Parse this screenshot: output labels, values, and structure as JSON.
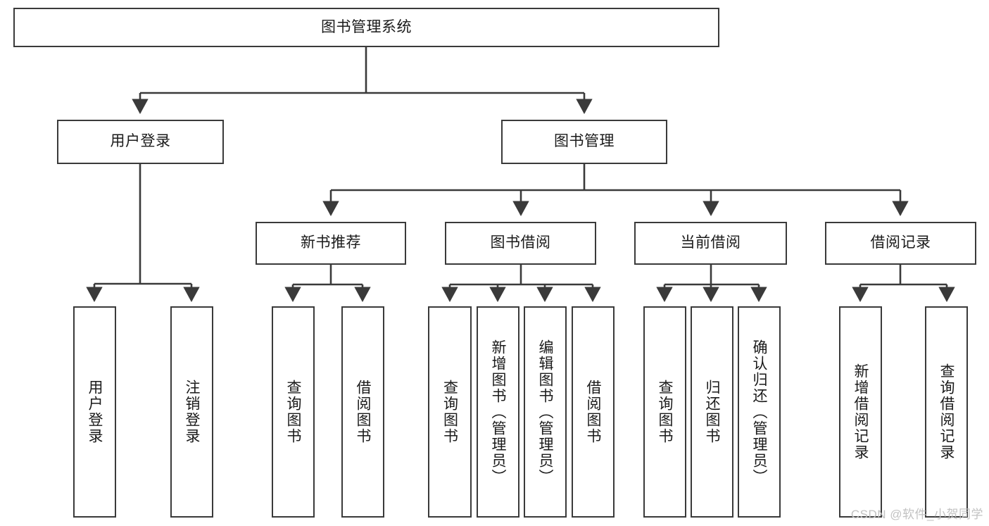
{
  "diagram": {
    "title_text": "图书管理系统",
    "colors": {
      "box_border": "#3a3a3a",
      "box_fill": "#ffffff",
      "edge": "#3a3a3a",
      "text": "#1a1a1a",
      "watermark": "#c2c2c2"
    },
    "root": {
      "label": "图书管理系统"
    },
    "level2": [
      {
        "label": "用户登录"
      },
      {
        "label": "图书管理"
      }
    ],
    "level3": [
      {
        "label": "新书推荐"
      },
      {
        "label": "图书借阅"
      },
      {
        "label": "当前借阅"
      },
      {
        "label": "借阅记录"
      }
    ],
    "leaves": {
      "user_login": [
        {
          "label": "用户登录"
        },
        {
          "label": "注销登录"
        }
      ],
      "new_book_recommend": [
        {
          "label": "查询图书"
        },
        {
          "label": "借阅图书"
        }
      ],
      "book_borrow": [
        {
          "label": "查询图书"
        },
        {
          "label": "新增图书（管理员）"
        },
        {
          "label": "编辑图书（管理员）"
        },
        {
          "label": "借阅图书"
        }
      ],
      "current_borrow": [
        {
          "label": "查询图书"
        },
        {
          "label": "归还图书"
        },
        {
          "label": "确认归还（管理员）"
        }
      ],
      "borrow_record": [
        {
          "label": "新增借阅记录"
        },
        {
          "label": "查询借阅记录"
        }
      ]
    },
    "watermark": "CSDN @软件_小贺同学"
  }
}
